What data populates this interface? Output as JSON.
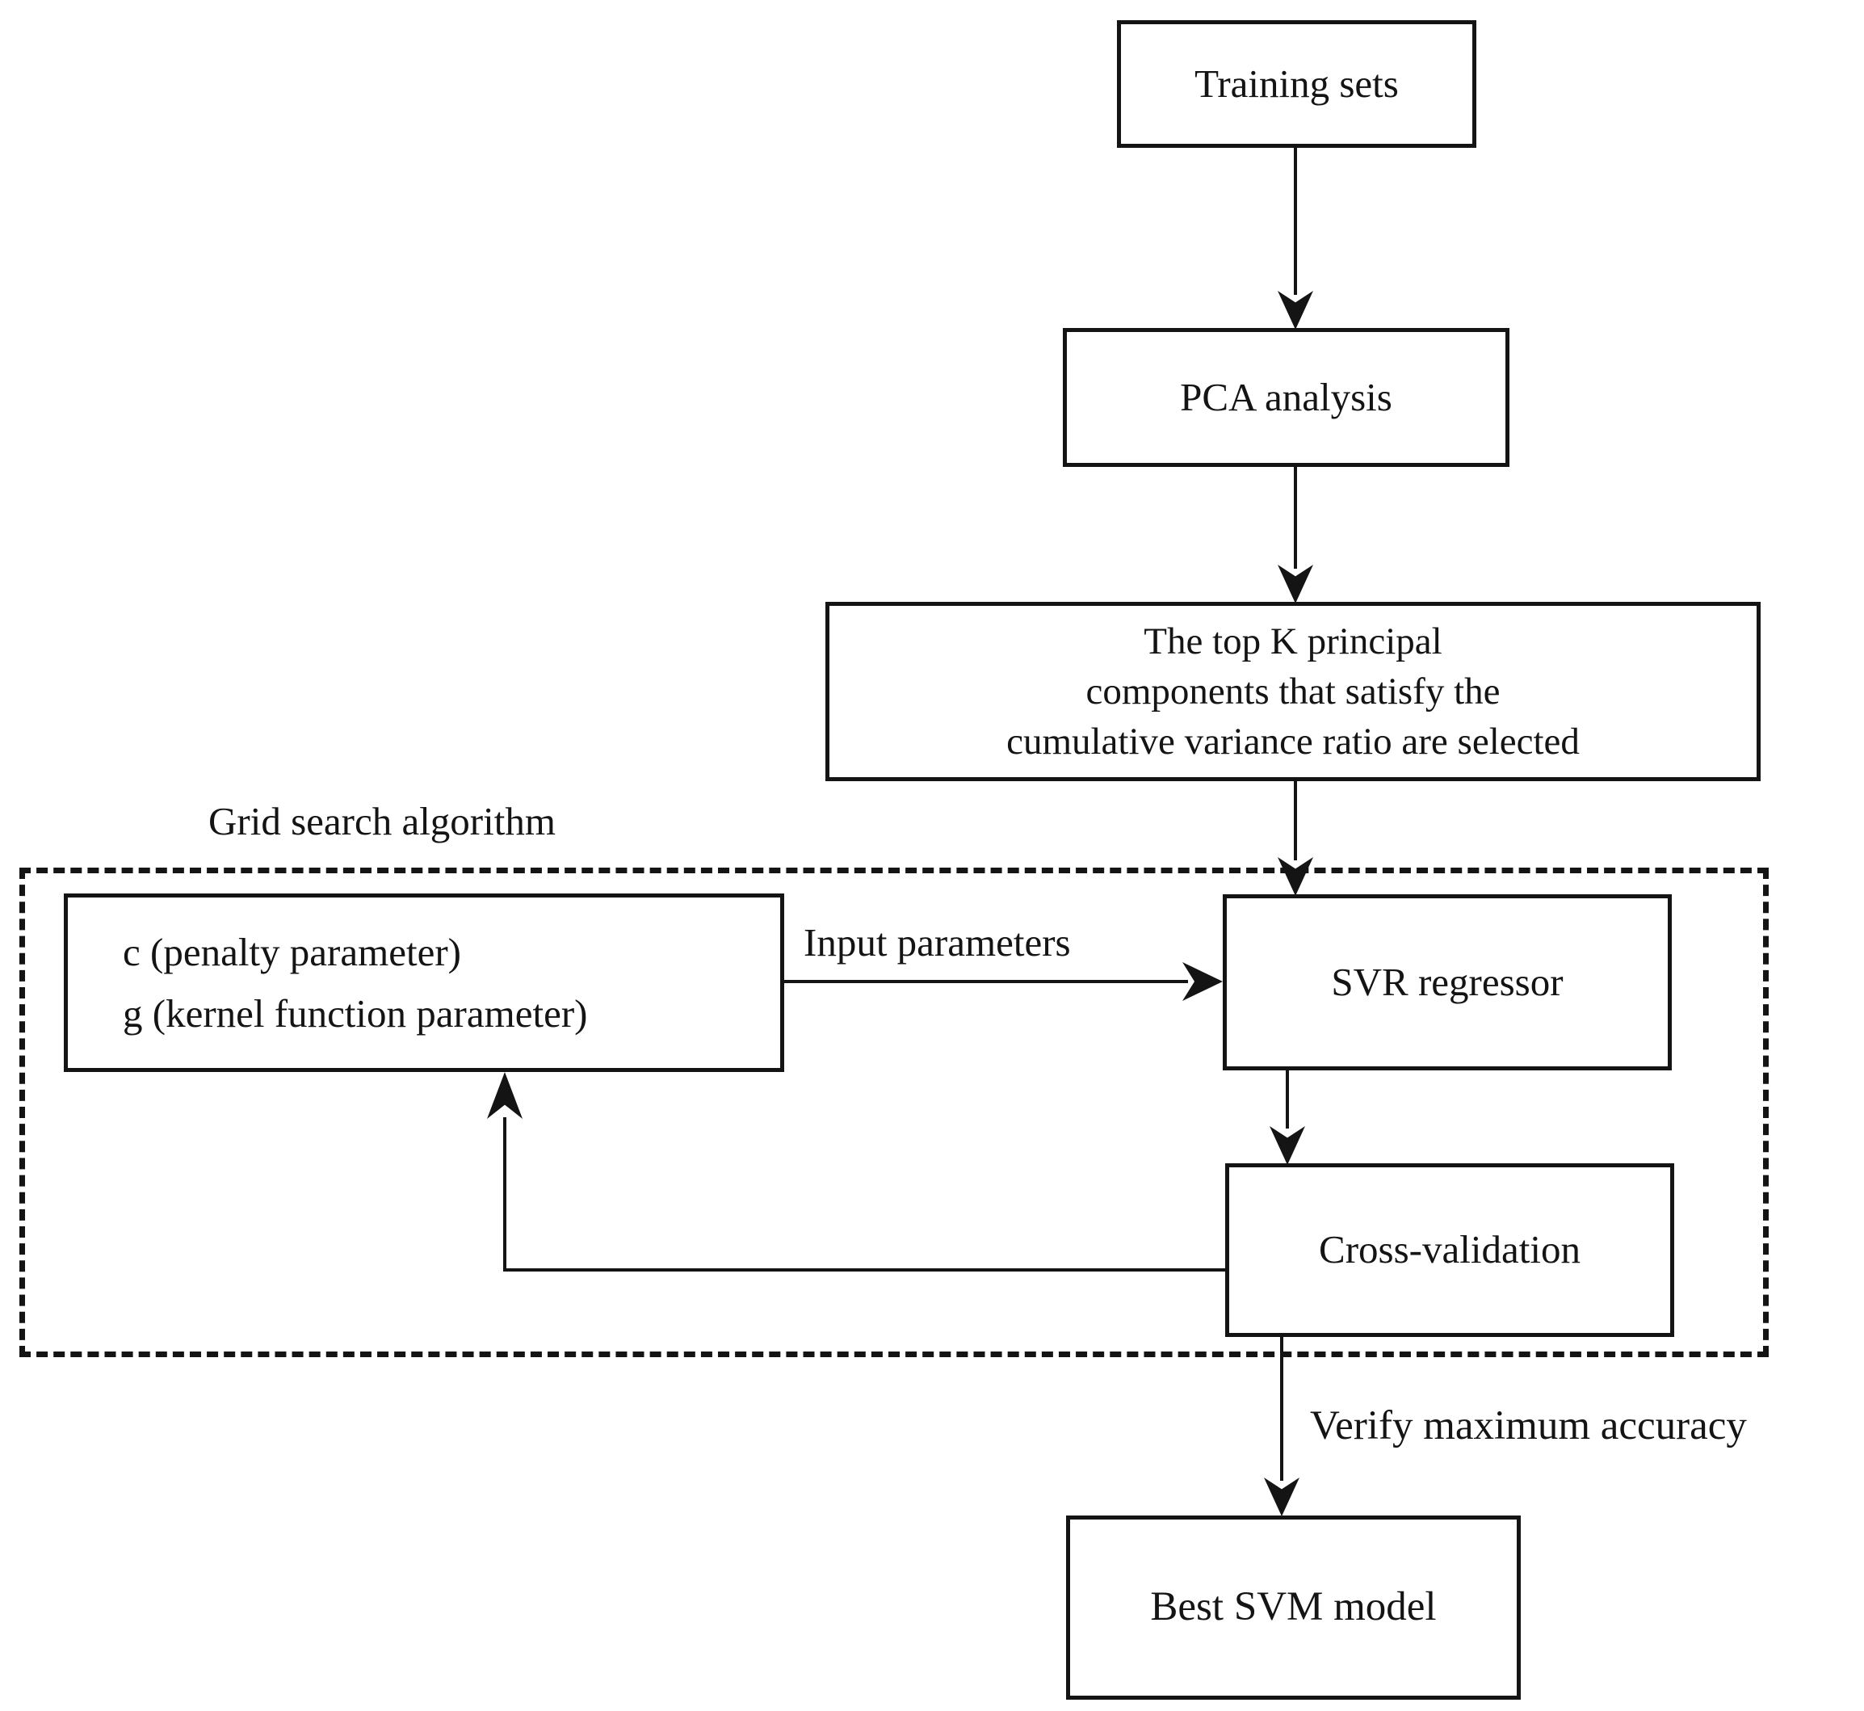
{
  "diagram": {
    "type": "flowchart",
    "colors": {
      "ink": "#141414",
      "background": "#ffffff"
    },
    "nodes": {
      "training": {
        "label": "Training sets"
      },
      "pca": {
        "label": "PCA analysis"
      },
      "topk": {
        "lines": [
          "The top K principal",
          "components that satisfy the",
          "cumulative variance ratio are selected"
        ]
      },
      "params": {
        "lines": [
          "c (penalty parameter)",
          "g (kernel function parameter)"
        ]
      },
      "svr": {
        "label": "SVR regressor"
      },
      "cv": {
        "label": "Cross-validation"
      },
      "best": {
        "label": "Best SVM model"
      }
    },
    "labels": {
      "grid_search": "Grid search algorithm",
      "input_parameters": "Input parameters",
      "verify": "Verify maximum accuracy"
    },
    "edges": [
      "Training sets -> PCA analysis",
      "PCA analysis -> top K principal components",
      "top K principal components -> SVR regressor",
      "c/g parameters -> SVR regressor (Input parameters)",
      "SVR regressor -> Cross-validation",
      "Cross-validation -> c/g parameters (feedback loop)",
      "Cross-validation -> Best SVM model (Verify maximum accuracy)"
    ]
  }
}
